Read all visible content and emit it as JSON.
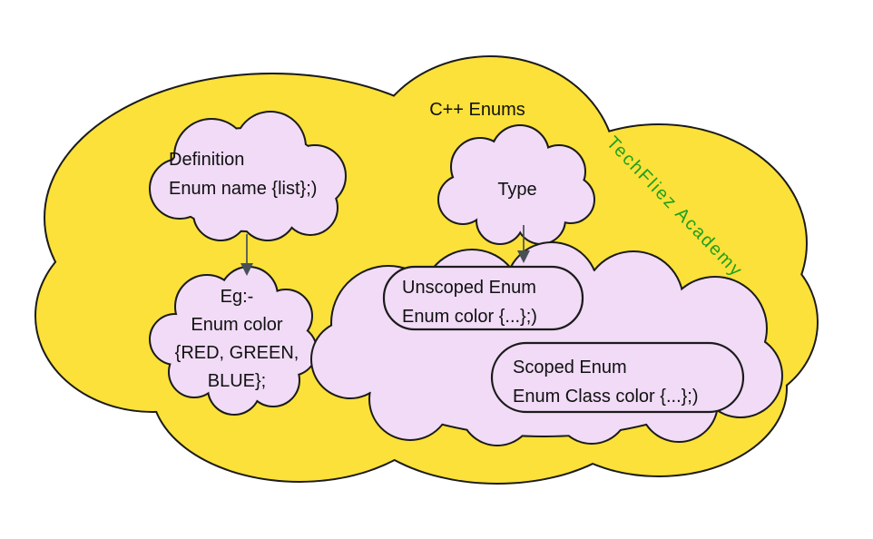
{
  "title": "C++ Enums",
  "watermark": "TechFliez Academy",
  "colors": {
    "background": "#ffffff",
    "main_cloud": "#fbe139",
    "node_cloud": "#f1dbf6",
    "outline": "#1b1b1b",
    "arrow": "#474f57",
    "text": "#111111",
    "watermark": "#1f9e1f"
  },
  "nodes": {
    "definition": {
      "text": "Definition\nEnum name {list};)"
    },
    "type": {
      "text": "Type"
    },
    "example": {
      "text": "Eg:-\nEnum color\n{RED, GREEN,\nBLUE};"
    },
    "unscoped": {
      "text": "Unscoped Enum\nEnum color {...};)"
    },
    "scoped": {
      "text": "Scoped Enum\nEnum Class color {...};)"
    }
  }
}
